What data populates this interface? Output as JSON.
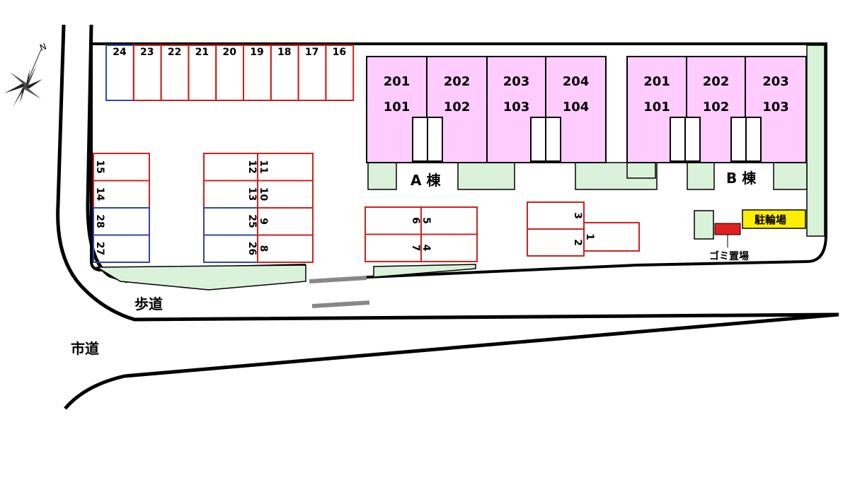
{
  "colors": {
    "building_fill": "#ffccff",
    "green_fill": "#d9f2d9",
    "parking_red": "#cc2222",
    "parking_blue": "#3344aa",
    "bike_fill": "#ffee00",
    "garbage_fill": "#e02020",
    "sidewalk_marker": "#888888"
  },
  "labels": {
    "sidewalk": "歩道",
    "city_road": "市道",
    "garbage": "ゴミ置場",
    "bicycle": "駐輪場",
    "compass_n": "N"
  },
  "building_a": {
    "name": "A 棟",
    "units": [
      {
        "upper": "201",
        "lower": "101"
      },
      {
        "upper": "202",
        "lower": "102"
      },
      {
        "upper": "203",
        "lower": "103"
      },
      {
        "upper": "204",
        "lower": "104"
      }
    ]
  },
  "building_b": {
    "name": "B 棟",
    "units": [
      {
        "upper": "201",
        "lower": "101"
      },
      {
        "upper": "202",
        "lower": "102"
      },
      {
        "upper": "203",
        "lower": "103"
      }
    ]
  },
  "parking": {
    "top_row": [
      {
        "num": "24",
        "type": "blue"
      },
      {
        "num": "23",
        "type": "red"
      },
      {
        "num": "22",
        "type": "red"
      },
      {
        "num": "21",
        "type": "red"
      },
      {
        "num": "20",
        "type": "red"
      },
      {
        "num": "19",
        "type": "red"
      },
      {
        "num": "18",
        "type": "red"
      },
      {
        "num": "17",
        "type": "red"
      },
      {
        "num": "16",
        "type": "red"
      }
    ],
    "left_column": [
      {
        "num": "15",
        "type": "red"
      },
      {
        "num": "14",
        "type": "red"
      },
      {
        "num": "28",
        "type": "blue"
      },
      {
        "num": "27",
        "type": "blue"
      }
    ],
    "mid_left": [
      {
        "num": "12",
        "type": "red"
      },
      {
        "num": "13",
        "type": "red"
      },
      {
        "num": "25",
        "type": "blue"
      },
      {
        "num": "26",
        "type": "blue"
      }
    ],
    "mid_right": [
      {
        "num": "11",
        "type": "red"
      },
      {
        "num": "10",
        "type": "red"
      },
      {
        "num": "9",
        "type": "red"
      },
      {
        "num": "8",
        "type": "red"
      }
    ],
    "center_left": [
      {
        "num": "6",
        "type": "red"
      },
      {
        "num": "7",
        "type": "red"
      }
    ],
    "center_right": [
      {
        "num": "5",
        "type": "red"
      },
      {
        "num": "4",
        "type": "red"
      }
    ],
    "near_b": [
      {
        "num": "3",
        "type": "red"
      },
      {
        "num": "2",
        "type": "red"
      },
      {
        "num": "1",
        "type": "red"
      }
    ]
  }
}
